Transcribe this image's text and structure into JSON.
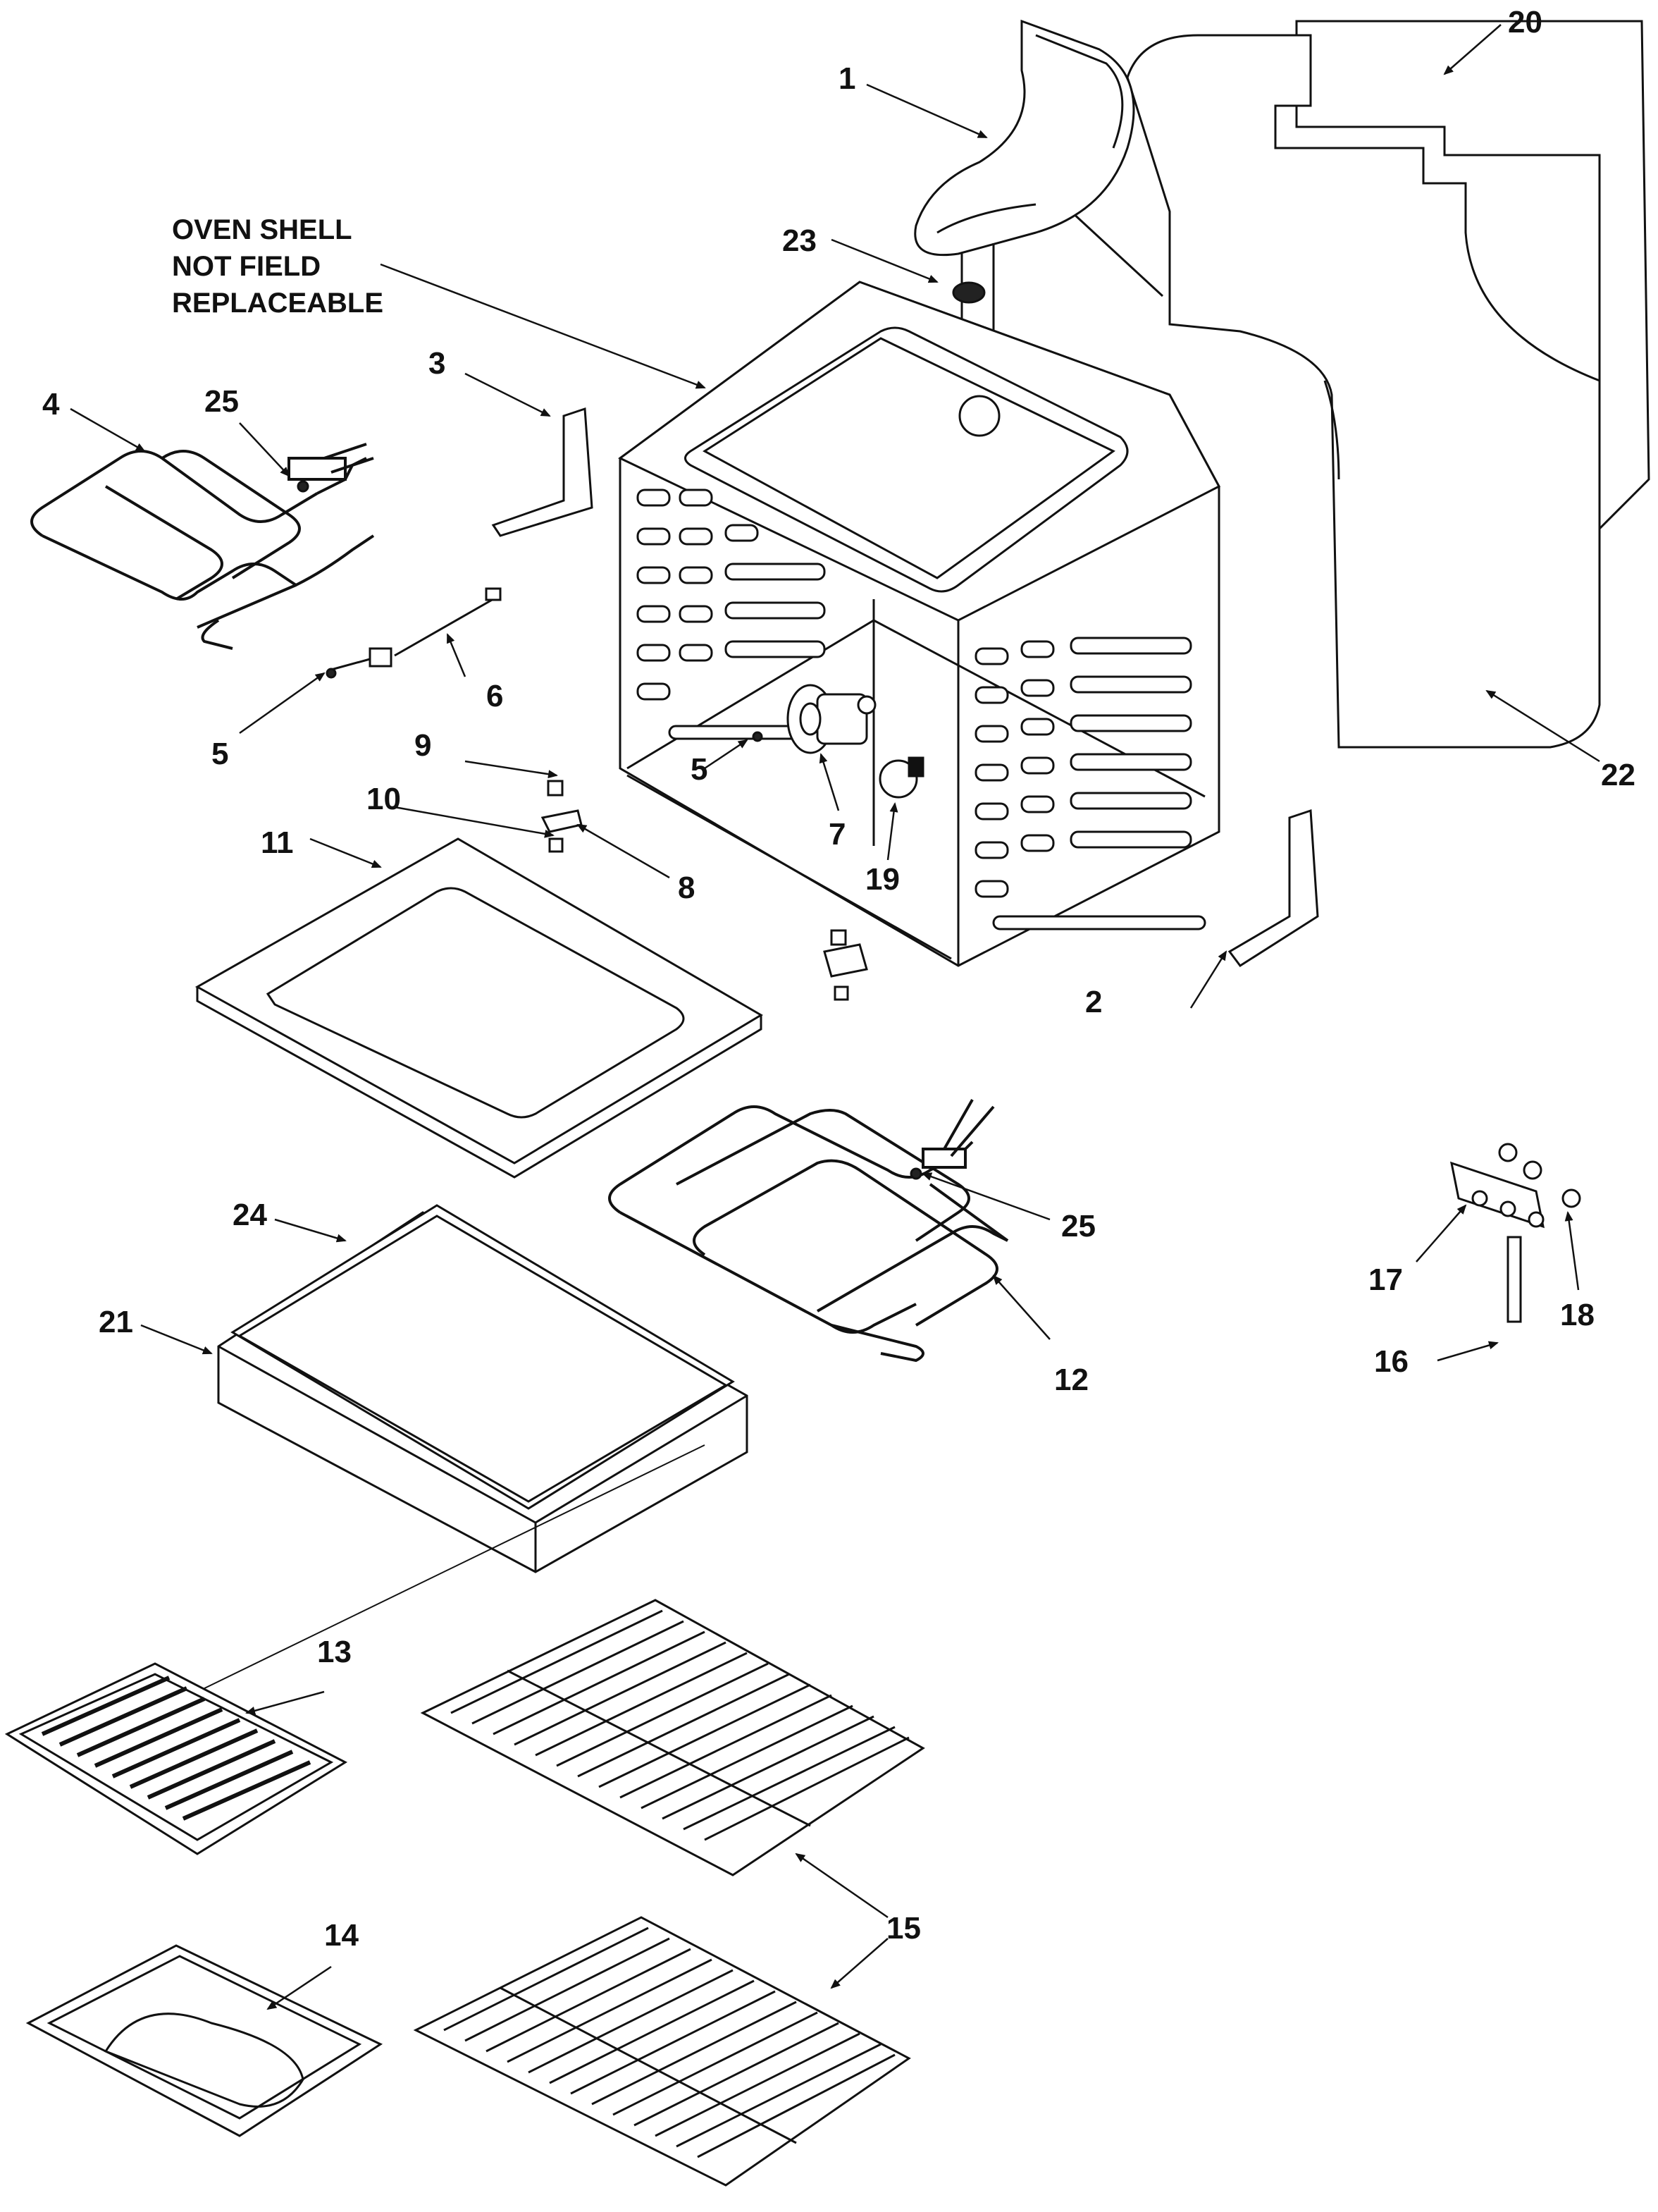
{
  "diagram": {
    "note": {
      "lines": [
        "OVEN SHELL",
        "NOT FIELD",
        "REPLACEABLE"
      ]
    },
    "callouts": [
      {
        "id": "c1",
        "label": "1"
      },
      {
        "id": "c2",
        "label": "2"
      },
      {
        "id": "c3",
        "label": "3"
      },
      {
        "id": "c4",
        "label": "4"
      },
      {
        "id": "c5a",
        "label": "5"
      },
      {
        "id": "c5b",
        "label": "5"
      },
      {
        "id": "c6",
        "label": "6"
      },
      {
        "id": "c7",
        "label": "7"
      },
      {
        "id": "c8",
        "label": "8"
      },
      {
        "id": "c9",
        "label": "9"
      },
      {
        "id": "c10",
        "label": "10"
      },
      {
        "id": "c11",
        "label": "11"
      },
      {
        "id": "c12",
        "label": "12"
      },
      {
        "id": "c13",
        "label": "13"
      },
      {
        "id": "c14",
        "label": "14"
      },
      {
        "id": "c15",
        "label": "15"
      },
      {
        "id": "c16",
        "label": "16"
      },
      {
        "id": "c17",
        "label": "17"
      },
      {
        "id": "c18",
        "label": "18"
      },
      {
        "id": "c19",
        "label": "19"
      },
      {
        "id": "c20",
        "label": "20"
      },
      {
        "id": "c21",
        "label": "21"
      },
      {
        "id": "c22",
        "label": "22"
      },
      {
        "id": "c23",
        "label": "23"
      },
      {
        "id": "c24",
        "label": "24"
      },
      {
        "id": "c25a",
        "label": "25"
      },
      {
        "id": "c25b",
        "label": "25"
      }
    ]
  },
  "colors": {
    "line": "#111111",
    "background": "#ffffff",
    "insulation_fill": "#ffffff"
  }
}
